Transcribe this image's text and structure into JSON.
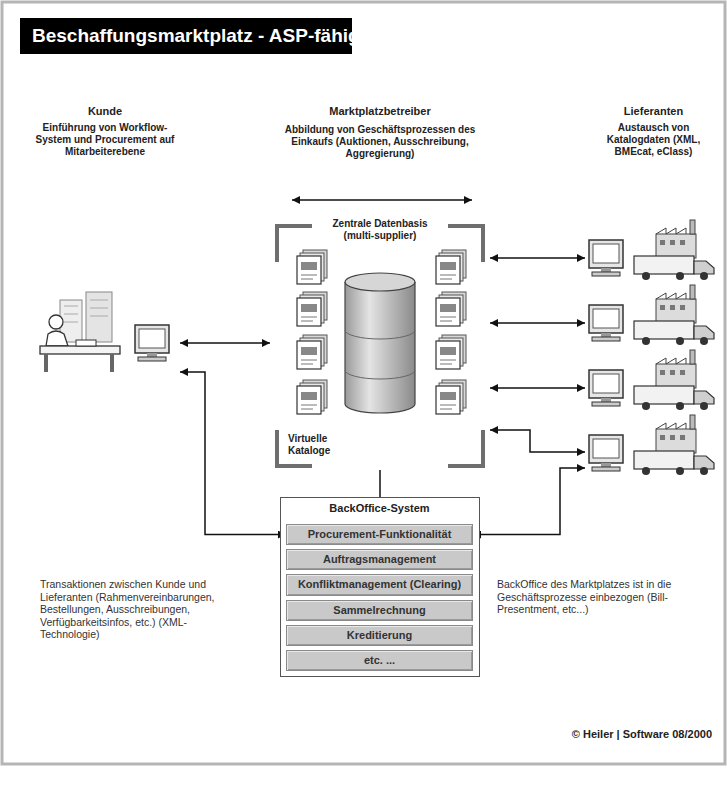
{
  "diagram": {
    "title": "Beschaffungsmarktplatz - ASP-fähig",
    "nodes": [
      {
        "text": [
          "Kunde",
          "Einführung von Workflow-System und Procurement auf Mitarbeiterebene"
        ]
      },
      {
        "text": [
          "Zentrale Datenbasis (multi-supplier)",
          "Virtuelle Kataloge"
        ]
      },
      {
        "text": [
          "Lieferanten",
          "Austausch von Katalogdaten (XML, BMEcat, eClass)"
        ]
      },
      {
        "text": [
          "BackOffice-System"
        ]
      },
      {
        "text": [
          "Procurement-Funktionalität"
        ],
        "in": 3
      },
      {
        "text": [
          "Auftragsmanagement"
        ],
        "in": 3
      },
      {
        "text": [
          "Konfliktmanagement (Clearing)"
        ],
        "in": 3
      },
      {
        "text": [
          "Sammelrechnung"
        ],
        "in": 3
      },
      {
        "text": [
          "Kreditierung"
        ],
        "in": 3
      },
      {
        "text": [
          "etc. ..."
        ],
        "in": 3
      }
    ],
    "edges": [
      {
        "from": 0,
        "to": 1,
        "arrow": "both"
      },
      {
        "from": 0,
        "to": 4,
        "arrow": "both"
      },
      {
        "from": 1,
        "to": 2,
        "arrow": "both"
      },
      {
        "from": 1,
        "to": 2,
        "arrow": "both"
      },
      {
        "from": 1,
        "to": 2,
        "arrow": "both"
      },
      {
        "from": 1,
        "to": 2,
        "arrow": "both"
      },
      {
        "from": 4,
        "to": 2,
        "arrow": "both"
      },
      {
        "from": 1,
        "to": 3,
        "arrow": "none"
      }
    ],
    "labels": [
      "Marktplatzbetreiber",
      "Abbildung von Geschäftsprozessen des Einkaufs (Auktionen, Ausschreibung, Aggregierung)",
      "Transaktionen zwischen Kunde und Lieferanten (Rahmenvereinbarungen, Bestellungen, Ausschreibungen, Verfügbarkeitsinfos, etc.) (XML-Technologie)",
      "BackOffice des Marktplatzes ist in die Geschäftsprozesse einbezogen (Bill-Presentment, etc...)",
      "© Heiler | Software 08/2000"
    ]
  }
}
